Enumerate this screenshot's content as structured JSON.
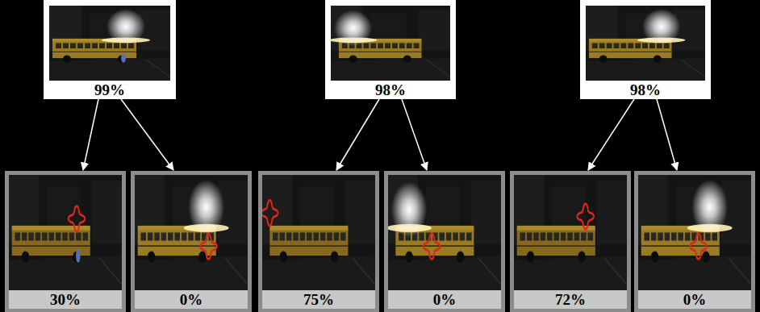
{
  "diagram": {
    "nodes": [
      {
        "text": [
          "99%"
        ]
      },
      {
        "text": [
          "98%"
        ]
      },
      {
        "text": [
          "98%"
        ]
      },
      {
        "text": [
          "30%"
        ]
      },
      {
        "text": [
          "0%"
        ]
      },
      {
        "text": [
          "75%"
        ]
      },
      {
        "text": [
          "0%"
        ]
      },
      {
        "text": [
          "72%"
        ]
      },
      {
        "text": [
          "0%"
        ]
      }
    ],
    "edges": [
      {
        "from": 0,
        "to": 3,
        "arrow": "to"
      },
      {
        "from": 0,
        "to": 4,
        "arrow": "to"
      },
      {
        "from": 1,
        "to": 5,
        "arrow": "to"
      },
      {
        "from": 1,
        "to": 6,
        "arrow": "to"
      },
      {
        "from": 2,
        "to": 7,
        "arrow": "to"
      },
      {
        "from": 2,
        "to": 8,
        "arrow": "to"
      }
    ]
  }
}
